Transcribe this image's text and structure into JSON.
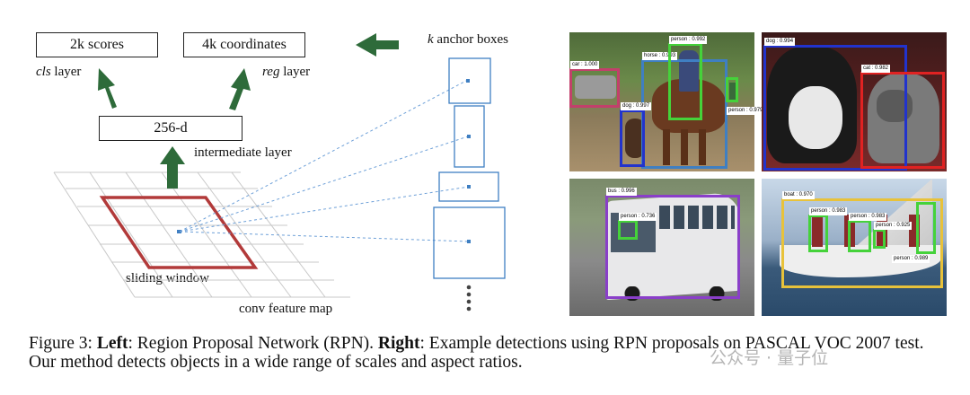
{
  "left": {
    "cls_box": "2k scores",
    "reg_box": "4k coordinates",
    "cls_layer_italic": "cls",
    "cls_layer_rest": " layer",
    "reg_layer_italic": "reg",
    "reg_layer_rest": " layer",
    "mid_box": "256-d",
    "intermediate_layer": "intermediate layer",
    "anchor_title_italic": "k",
    "anchor_title_rest": " anchor boxes",
    "sliding_window": "sliding window",
    "conv_feature_map": "conv feature map",
    "colors": {
      "arrow": "#2e6b3a",
      "window": "#b23a3a",
      "anchor": "#3f7fc2"
    }
  },
  "photos": [
    {
      "scene": "horse-and-rider",
      "detections": [
        {
          "label": "car : 1.000",
          "color": "#c2406b"
        },
        {
          "label": "horse : 0.993",
          "color": "#3f7fc2"
        },
        {
          "label": "person : 0.992",
          "color": "#45d23a"
        },
        {
          "label": "dog : 0.997",
          "color": "#2233cc"
        },
        {
          "label": "person : 0.979",
          "color": "#45d23a"
        }
      ]
    },
    {
      "scene": "dog-and-cat",
      "detections": [
        {
          "label": "dog : 0.994",
          "color": "#2233cc"
        },
        {
          "label": "cat : 0.982",
          "color": "#e02222"
        }
      ]
    },
    {
      "scene": "bus",
      "detections": [
        {
          "label": "bus : 0.996",
          "color": "#8a3fc9"
        },
        {
          "label": "person : 0.736",
          "color": "#45d23a"
        }
      ]
    },
    {
      "scene": "sailboat",
      "detections": [
        {
          "label": "boat : 0.970",
          "color": "#e8c23a"
        },
        {
          "label": "person : 0.983",
          "color": "#45d23a"
        },
        {
          "label": "person : 0.983",
          "color": "#45d23a"
        },
        {
          "label": "person : 0.925",
          "color": "#45d23a"
        },
        {
          "label": "person : 0.989",
          "color": "#45d23a"
        }
      ]
    }
  ],
  "caption": {
    "prefix": "Figure 3: ",
    "left_bold": "Left",
    "left_text": ": Region Proposal Network (RPN). ",
    "right_bold": "Right",
    "right_text": ": Example detections using RPN proposals on PASCAL VOC 2007 test. Our method detects objects in a wide range of scales and aspect ratios."
  },
  "watermark": "公众号 · 量子位"
}
